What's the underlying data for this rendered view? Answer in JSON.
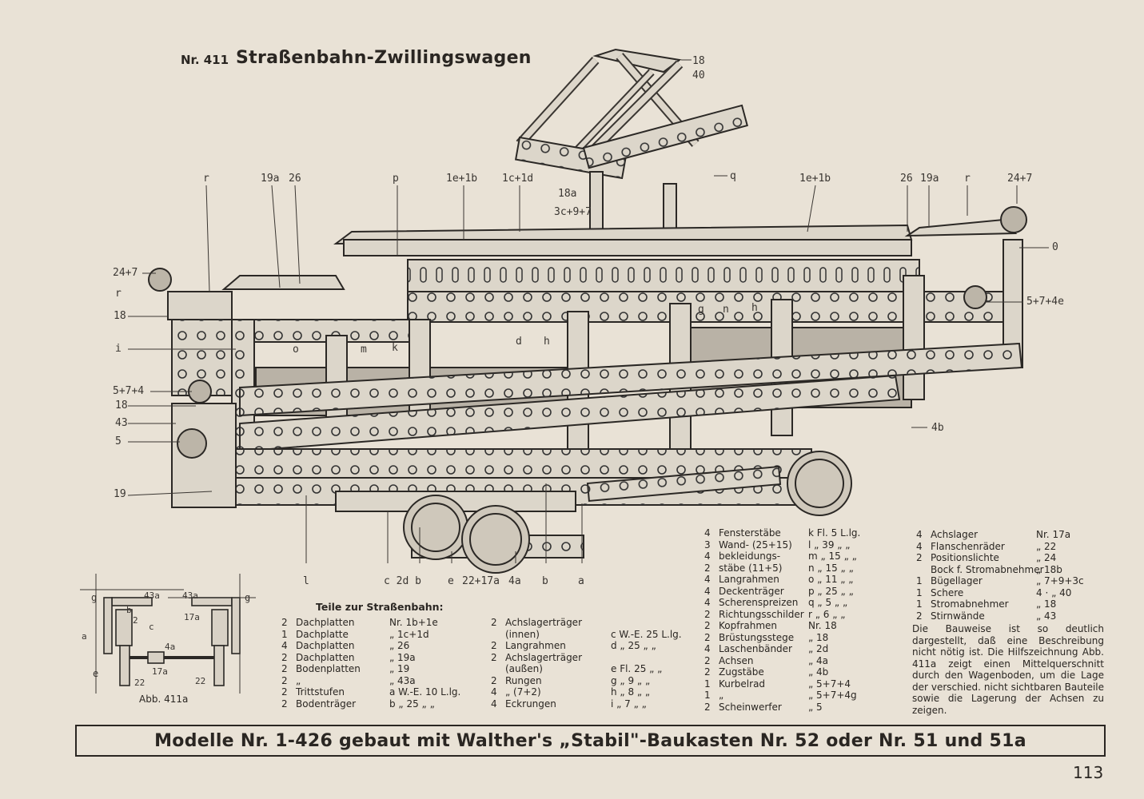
{
  "title": {
    "number": "Nr. 411",
    "name": "Straßenbahn-Zwillingswagen"
  },
  "labels": {
    "top_r": "r",
    "top_19a": "19a",
    "top_26": "26",
    "top_p": "p",
    "top_1e1b": "1e+1b",
    "top_1c1d": "1c+1d",
    "top_18_40": "18\n40",
    "top_q": "q",
    "top_18a": "18a",
    "top_3c97": "3c+9+7",
    "top_1e1b_r": "1e+1b",
    "top_26_r": "26",
    "top_19a_r": "19a",
    "top_r_r": "r",
    "top_247_r": "24+7",
    "right_0": "0",
    "right_574e": "5+7+4e",
    "right_4b": "4b",
    "left_247": "24+7",
    "left_r": "r",
    "left_18": "18",
    "left_i": "i",
    "left_574": "5+7+4",
    "left_18b": "18",
    "left_43": "43",
    "left_5": "5",
    "left_19": "19",
    "mid_o": "o",
    "mid_m": "m",
    "mid_k": "k",
    "mid_d": "d",
    "mid_h": "h",
    "mid_g": "g",
    "mid_n": "n",
    "mid_h2": "h",
    "bot_l": "l",
    "bot_c2db": "c 2d b",
    "bot_e": "e",
    "bot_22": "22+17a",
    "bot_4a": "4a",
    "bot_b": "b",
    "bot_a": "a"
  },
  "abb": {
    "caption": "Abb. 411a",
    "labels": {
      "g1": "g",
      "a43_l": "43a",
      "a43_r": "43a",
      "g2": "g",
      "b1": "b",
      "a2": "2",
      "c": "c",
      "a17_r": "17a",
      "a_l": "a",
      "a4": "4a",
      "e": "e",
      "a17": "17a",
      "n22": "22",
      "n22b": "22"
    }
  },
  "parts_heading": "Teile zur Straßenbahn:",
  "parts_col1": [
    {
      "q": "2",
      "name": "Dachplatten",
      "no": "Nr.  1b+1e"
    },
    {
      "q": "1",
      "name": "Dachplatte",
      "no": "„  1c+1d"
    },
    {
      "q": "4",
      "name": "Dachplatten",
      "no": "„ 26"
    },
    {
      "q": "2",
      "name": "Dachplatten",
      "no": "„ 19a"
    },
    {
      "q": "2",
      "name": "Bodenplatten",
      "no": "„ 19"
    },
    {
      "q": "2",
      "name": "„",
      "no": "„ 43a"
    },
    {
      "q": "2",
      "name": "Trittstufen",
      "no": "a W.-E. 10 L.lg."
    },
    {
      "q": "2",
      "name": "Bodenträger",
      "no": "b  „  25 „ „"
    }
  ],
  "parts_col2": [
    {
      "q": "2",
      "name": "Achslagerträger",
      "no": ""
    },
    {
      "q": "",
      "name": "(innen)",
      "no": "c W.-E. 25 L.lg."
    },
    {
      "q": "2",
      "name": "Langrahmen",
      "no": "d  „  25 „ „"
    },
    {
      "q": "2",
      "name": "Achslagerträger",
      "no": ""
    },
    {
      "q": "",
      "name": "(außen)",
      "no": "e Fl.  25 „ „"
    },
    {
      "q": "2",
      "name": "Rungen",
      "no": "g  „   9 „ „"
    },
    {
      "q": "4",
      "name": "„    (7+2)",
      "no": "h  „   8 „ „"
    },
    {
      "q": "4",
      "name": "Eckrungen",
      "no": "i  „   7 „ „"
    }
  ],
  "parts_col3": [
    {
      "q": "4",
      "name": "Fensterstäbe",
      "no": "k Fl.  5 L.lg."
    },
    {
      "q": "3",
      "name": "Wand-       (25+15)",
      "no": "l  „  39 „ „"
    },
    {
      "q": "4",
      "name": "bekleidungs-",
      "no": "m  „  15 „ „"
    },
    {
      "q": "2",
      "name": "stäbe       (11+5)",
      "no": "n  „  15 „ „"
    },
    {
      "q": "4",
      "name": "Langrahmen",
      "no": "o  „  11 „ „"
    },
    {
      "q": "4",
      "name": "Deckenträger",
      "no": "p  „  25 „ „"
    },
    {
      "q": "4",
      "name": "Scherenspreizen",
      "no": "q  „   5 „ „"
    },
    {
      "q": "2",
      "name": "Richtungsschilder",
      "no": "r  „   6 „ „"
    },
    {
      "q": "2",
      "name": "Kopfrahmen",
      "no": "Nr. 18"
    },
    {
      "q": "2",
      "name": "Brüstungsstege",
      "no": "„ 18"
    },
    {
      "q": "4",
      "name": "Laschenbänder",
      "no": "„  2d"
    },
    {
      "q": "2",
      "name": "Achsen",
      "no": "„  4a"
    },
    {
      "q": "2",
      "name": "Zugstäbe",
      "no": "„  4b"
    },
    {
      "q": "1",
      "name": "Kurbelrad",
      "no": "„  5+7+4"
    },
    {
      "q": "1",
      "name": "„",
      "no": "„  5+7+4g"
    },
    {
      "q": "2",
      "name": "Scheinwerfer",
      "no": "„  5"
    }
  ],
  "parts_col4": [
    {
      "q": "4",
      "name": "Achslager",
      "no": "Nr. 17a"
    },
    {
      "q": "4",
      "name": "Flanschenräder",
      "no": "„  22"
    },
    {
      "q": "2",
      "name": "Positionslichte",
      "no": "„  24"
    },
    {
      "q": "",
      "name": "Bock f. Stromabnehmer",
      "no": "„ 18b"
    },
    {
      "q": "1",
      "name": "Bügellager",
      "no": "„  7+9+3c"
    },
    {
      "q": "1",
      "name": "Schere",
      "no": "4 ·  „  40"
    },
    {
      "q": "1",
      "name": "Stromabnehmer",
      "no": "„  18"
    },
    {
      "q": "2",
      "name": "Stirnwände",
      "no": "„  43"
    }
  ],
  "description": "Die Bauweise ist so deutlich dargestellt, daß eine Beschreibung nicht nötig ist. Die Hilfszeichnung Abb. 411a zeigt einen Mittelquerschnitt durch den Wagenboden, um die Lage der verschied. nicht sichtbaren Bauteile sowie die Lagerung der Achsen zu zeigen.",
  "banner": "Modelle Nr. 1-426 gebaut mit Walther's „Stabil\"-Baukasten Nr. 52 oder Nr. 51 und 51a",
  "page_number": "113"
}
